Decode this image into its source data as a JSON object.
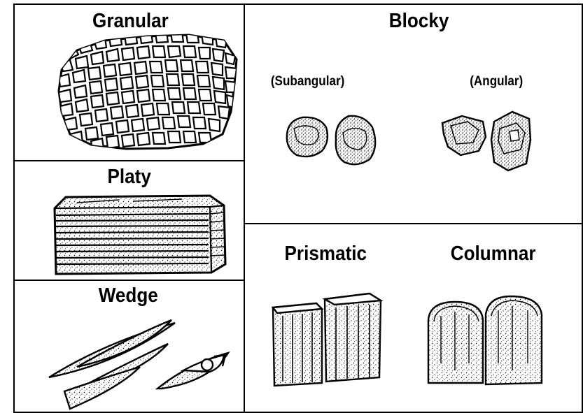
{
  "colors": {
    "ink": "#000000",
    "paper": "#ffffff"
  },
  "panels": {
    "granular": {
      "title": "Granular"
    },
    "platy": {
      "title": "Platy"
    },
    "wedge": {
      "title": "Wedge"
    },
    "blocky": {
      "title": "Blocky",
      "subangular_label": "(Subangular)",
      "angular_label": "(Angular)"
    },
    "prismatic": {
      "title": "Prismatic"
    },
    "columnar": {
      "title": "Columnar"
    }
  }
}
